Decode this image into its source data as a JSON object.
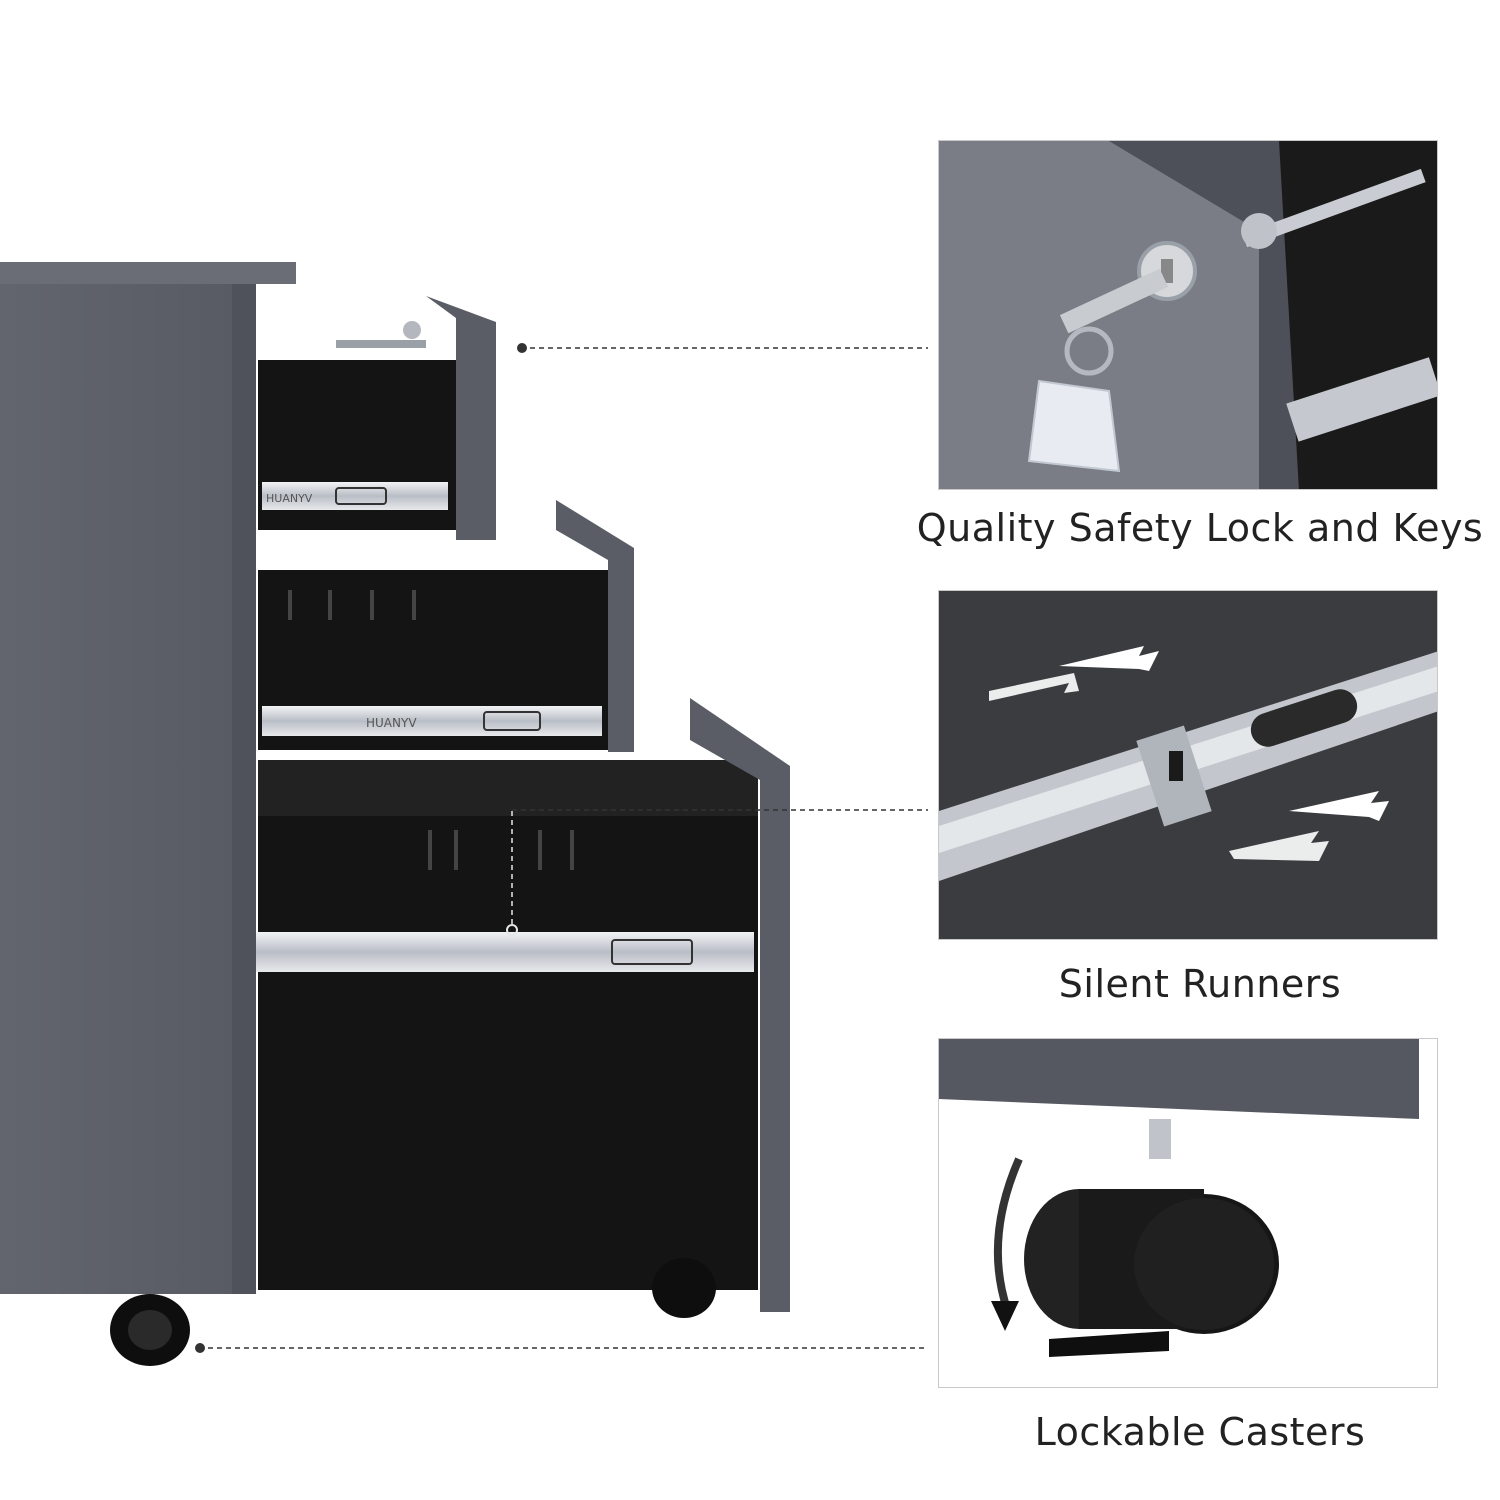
{
  "callouts": [
    {
      "caption": "Quality Safety Lock and Keys"
    },
    {
      "caption": "Silent Runners"
    },
    {
      "caption": "Lockable Casters"
    }
  ],
  "product": {
    "drawer_brand": "HUANYV"
  },
  "colors": {
    "cabinet_gray": "#5c5f68",
    "cabinet_edge": "#4a4c54",
    "drawer_black": "#141414",
    "rail_silver": "#c9ccd2",
    "leader_line": "#333333",
    "caption_text": "#222222"
  }
}
